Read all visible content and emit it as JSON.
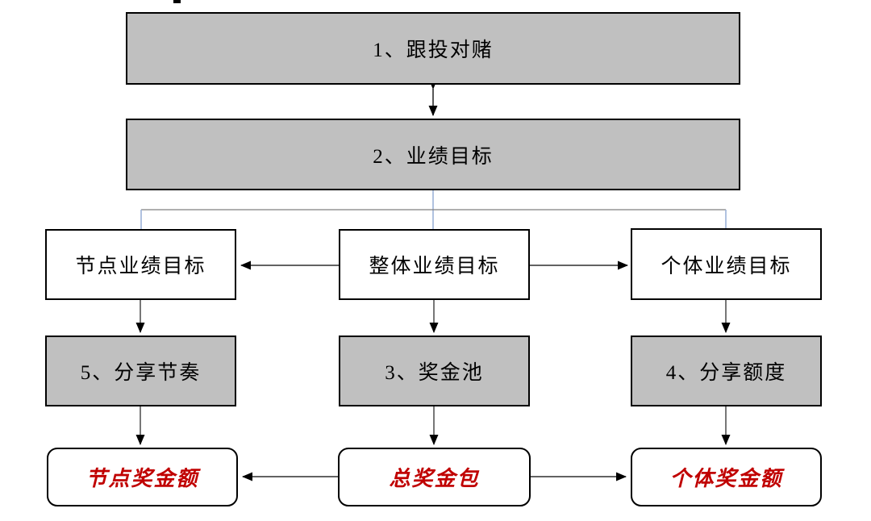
{
  "diagram": {
    "nodes": {
      "follow_investment_bet": {
        "label": "1、跟投对赌"
      },
      "performance_target": {
        "label": "2、业绩目标"
      },
      "node_performance_target": {
        "label": "节点业绩目标"
      },
      "overall_performance_target": {
        "label": "整体业绩目标"
      },
      "individual_performance_target": {
        "label": "个体业绩目标"
      },
      "sharing_rhythm": {
        "label": "5、分享节奏"
      },
      "bonus_pool": {
        "label": "3、奖金池"
      },
      "sharing_quota": {
        "label": "4、分享额度"
      },
      "node_bonus_amount": {
        "label": "节点奖金额"
      },
      "total_bonus_package": {
        "label": "总奖金包"
      },
      "individual_bonus_amount": {
        "label": "个体奖金额"
      }
    },
    "colors": {
      "box_gray": "#c0c0c0",
      "border_black": "#000000",
      "red_text": "#c00000",
      "connector_blue": "#9db3d8",
      "connector_gray": "#7f7f7f",
      "arrow_dark": "#2e2e2e",
      "background": "#ffffff"
    }
  }
}
